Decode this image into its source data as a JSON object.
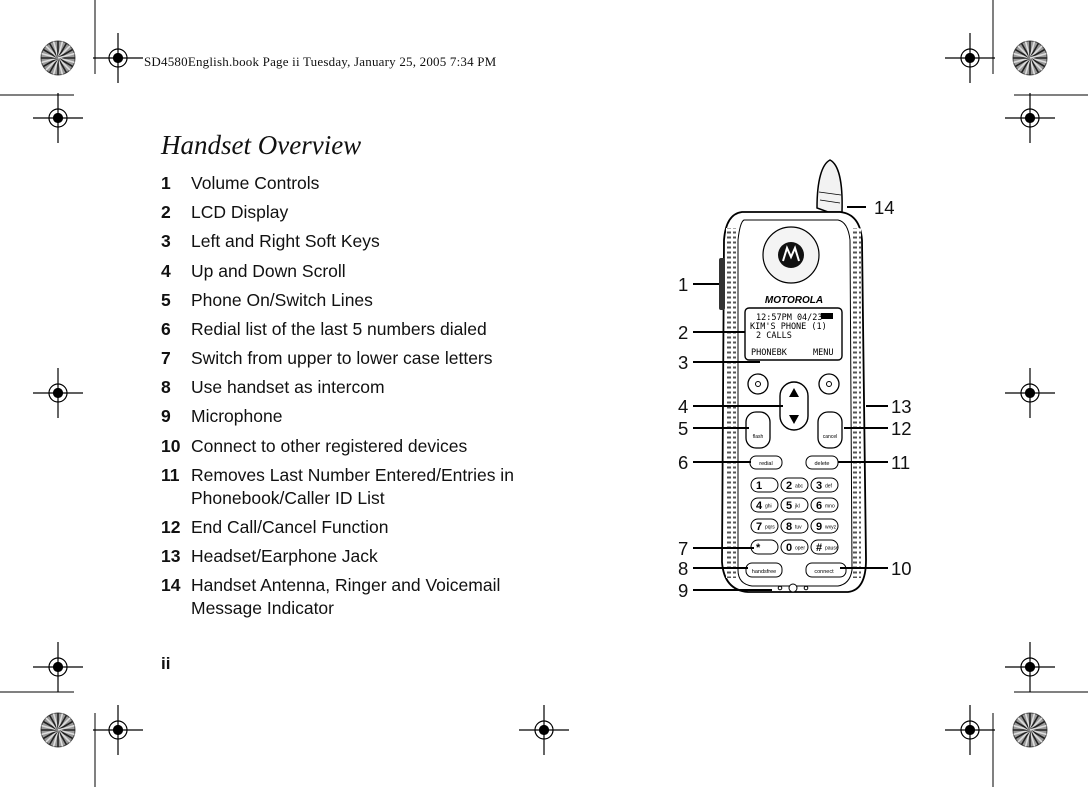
{
  "header": {
    "book_info": "SD4580English.book  Page ii  Tuesday, January 25, 2005  7:34 PM"
  },
  "page": {
    "title": "Handset Overview",
    "page_number": "ii"
  },
  "overview_items": [
    {
      "num": "1",
      "text": "Volume Controls"
    },
    {
      "num": "2",
      "text": "LCD Display"
    },
    {
      "num": "3",
      "text": "Left and Right Soft Keys"
    },
    {
      "num": "4",
      "text": "Up and Down Scroll"
    },
    {
      "num": "5",
      "text": "Phone On/Switch Lines"
    },
    {
      "num": "6",
      "text": "Redial list of the last 5 numbers dialed"
    },
    {
      "num": "7",
      "text": "Switch from upper to lower case letters"
    },
    {
      "num": "8",
      "text": "Use handset as intercom"
    },
    {
      "num": "9",
      "text": "Microphone"
    },
    {
      "num": "10",
      "text": "Connect to other registered devices"
    },
    {
      "num": "11",
      "text": "Removes Last Number Entered/Entries in Phonebook/Caller ID List"
    },
    {
      "num": "12",
      "text": "End Call/Cancel Function"
    },
    {
      "num": "13",
      "text": "Headset/Earphone Jack"
    },
    {
      "num": "14",
      "text": "Handset Antenna, Ringer and Voicemail Message Indicator"
    }
  ],
  "phone": {
    "brand": "MOTOROLA",
    "lcd_line1": "12:57PM 04/23",
    "lcd_line2": "KIM'S PHONE (1)",
    "lcd_line3": "2 CALLS",
    "lcd_left_softkey": "PHONEBK",
    "lcd_right_softkey": "MENU",
    "key_flash": "flash",
    "key_cancel": "cancel",
    "key_redial": "redial",
    "key_delete": "delete",
    "key_handsfree": "handsfree",
    "key_connect": "connect",
    "keypad": [
      {
        "digit": "1",
        "letters": ""
      },
      {
        "digit": "2",
        "letters": "abc"
      },
      {
        "digit": "3",
        "letters": "def"
      },
      {
        "digit": "4",
        "letters": "ghi"
      },
      {
        "digit": "5",
        "letters": "jkl"
      },
      {
        "digit": "6",
        "letters": "mno"
      },
      {
        "digit": "7",
        "letters": "pqrs"
      },
      {
        "digit": "8",
        "letters": "tuv"
      },
      {
        "digit": "9",
        "letters": "wxyz"
      },
      {
        "digit": "*",
        "letters": ""
      },
      {
        "digit": "0",
        "letters": "oper"
      },
      {
        "digit": "#",
        "letters": "pause"
      }
    ]
  },
  "callouts": {
    "c1": "1",
    "c2": "2",
    "c3": "3",
    "c4": "4",
    "c5": "5",
    "c6": "6",
    "c7": "7",
    "c8": "8",
    "c9": "9",
    "c10": "10",
    "c11": "11",
    "c12": "12",
    "c13": "13",
    "c14": "14"
  }
}
